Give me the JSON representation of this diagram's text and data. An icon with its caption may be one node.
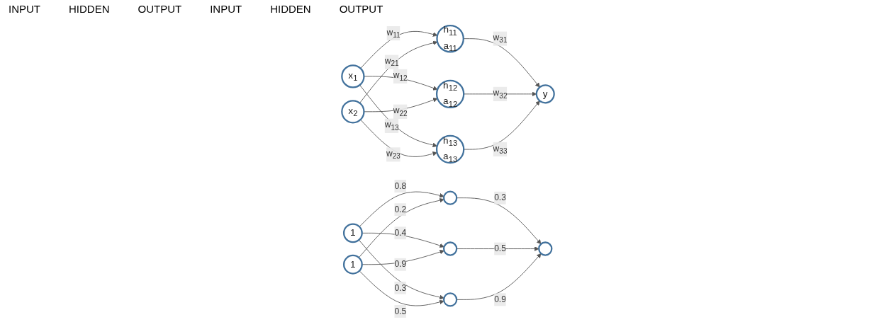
{
  "diagram": {
    "nodes": [
      {
        "text": [
          "x$_{1}$"
        ]
      },
      {
        "text": [
          "x$_{2}$"
        ]
      },
      {
        "text": [
          "h$_{11}$",
          "a$_{11}$"
        ]
      },
      {
        "text": [
          "h$_{12}$",
          "a$_{12}$"
        ]
      },
      {
        "text": [
          "h$_{13}$",
          "a$_{13}$"
        ]
      },
      {
        "text": [
          "y"
        ]
      },
      {
        "text": [
          "1"
        ]
      },
      {
        "text": [
          "1"
        ]
      },
      {
        "text": [],
        "shape": "circle"
      },
      {
        "text": [],
        "shape": "circle"
      },
      {
        "text": [],
        "shape": "circle"
      },
      {
        "text": [],
        "shape": "circle"
      }
    ],
    "edges": [
      {
        "from": 0,
        "to": 2,
        "arrow": "to",
        "label": "w$_{11}$"
      },
      {
        "from": 0,
        "to": 3,
        "arrow": "to",
        "label": "w$_{12}$"
      },
      {
        "from": 0,
        "to": 4,
        "arrow": "to",
        "label": "w$_{13}$"
      },
      {
        "from": 1,
        "to": 2,
        "arrow": "to",
        "label": "w$_{21}$"
      },
      {
        "from": 1,
        "to": 3,
        "arrow": "to",
        "label": "w$_{22}$"
      },
      {
        "from": 1,
        "to": 4,
        "arrow": "to",
        "label": "w$_{23}$"
      },
      {
        "from": 2,
        "to": 5,
        "arrow": "to",
        "label": "w$_{31}$"
      },
      {
        "from": 3,
        "to": 5,
        "arrow": "to",
        "label": "w$_{32}$"
      },
      {
        "from": 4,
        "to": 5,
        "arrow": "to",
        "label": "w$_{33}$"
      },
      {
        "from": 6,
        "to": 8,
        "arrow": "to",
        "label": "0.8"
      },
      {
        "from": 6,
        "to": 9,
        "arrow": "to",
        "label": "0.4"
      },
      {
        "from": 6,
        "to": 10,
        "arrow": "to",
        "label": "0.3"
      },
      {
        "from": 7,
        "to": 8,
        "arrow": "to",
        "label": "0.2"
      },
      {
        "from": 7,
        "to": 9,
        "arrow": "to",
        "label": "0.9"
      },
      {
        "from": 7,
        "to": 10,
        "arrow": "to",
        "label": "0.5"
      },
      {
        "from": 8,
        "to": 11,
        "arrow": "to",
        "label": "0.3"
      },
      {
        "from": 9,
        "to": 11,
        "arrow": "to",
        "label": "0.5"
      },
      {
        "from": 10,
        "to": 11,
        "arrow": "to",
        "label": "0.9"
      }
    ],
    "labels": [
      "INPUT",
      "HIDDEN",
      "OUTPUT",
      "INPUT",
      "HIDDEN",
      "OUTPUT"
    ]
  }
}
